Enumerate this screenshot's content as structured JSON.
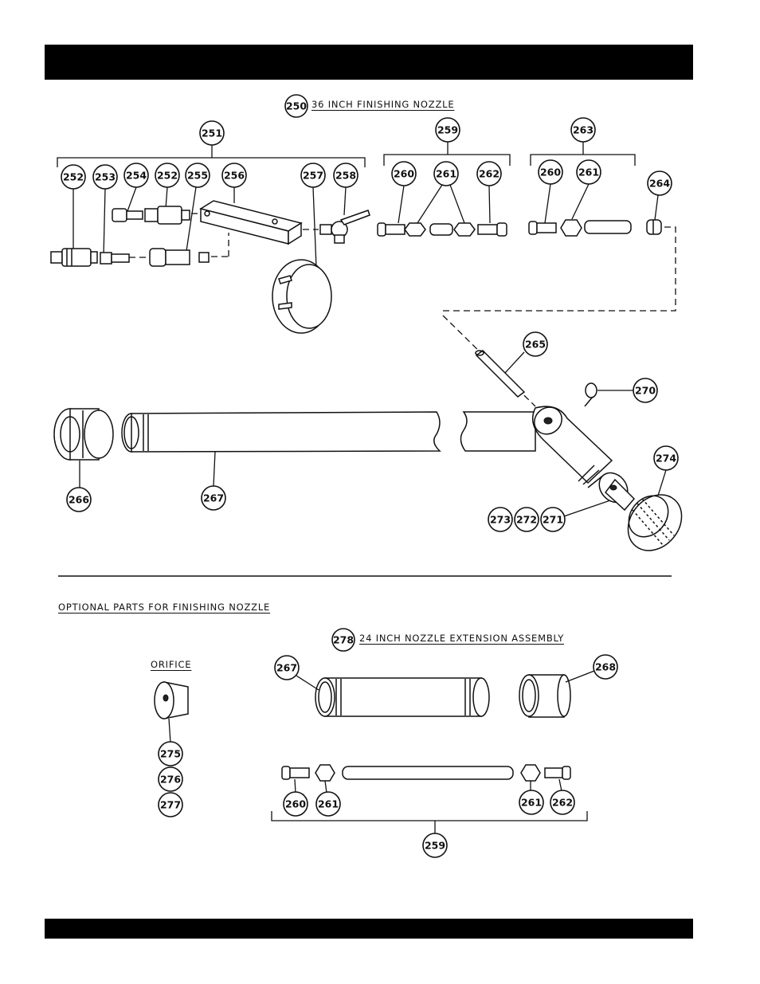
{
  "header_bar": "",
  "footer_bar": "",
  "main_title": {
    "number": "250",
    "text": "36 INCH FINISHING NOZZLE"
  },
  "optional_heading": "OPTIONAL PARTS FOR FINISHING NOZZLE",
  "extension_title": {
    "number": "278",
    "text": "24 INCH NOZZLE EXTENSION ASSEMBLY"
  },
  "orifice_label": "ORIFICE",
  "callouts": {
    "c251": "251",
    "c252a": "252",
    "c253": "253",
    "c254": "254",
    "c252b": "252",
    "c255": "255",
    "c256": "256",
    "c257": "257",
    "c258": "258",
    "c259": "259",
    "c260a": "260",
    "c261a": "261",
    "c262a": "262",
    "c263": "263",
    "c260b": "260",
    "c261b": "261",
    "c264": "264",
    "c265": "265",
    "c270": "270",
    "c274": "274",
    "c266": "266",
    "c267a": "267",
    "c273": "273",
    "c272": "272",
    "c271": "271",
    "c275": "275",
    "c276": "276",
    "c277": "277",
    "c267b": "267",
    "c268": "268",
    "c260c": "260",
    "c261c": "261",
    "c261d": "261",
    "c262b": "262",
    "c259b": "259"
  }
}
